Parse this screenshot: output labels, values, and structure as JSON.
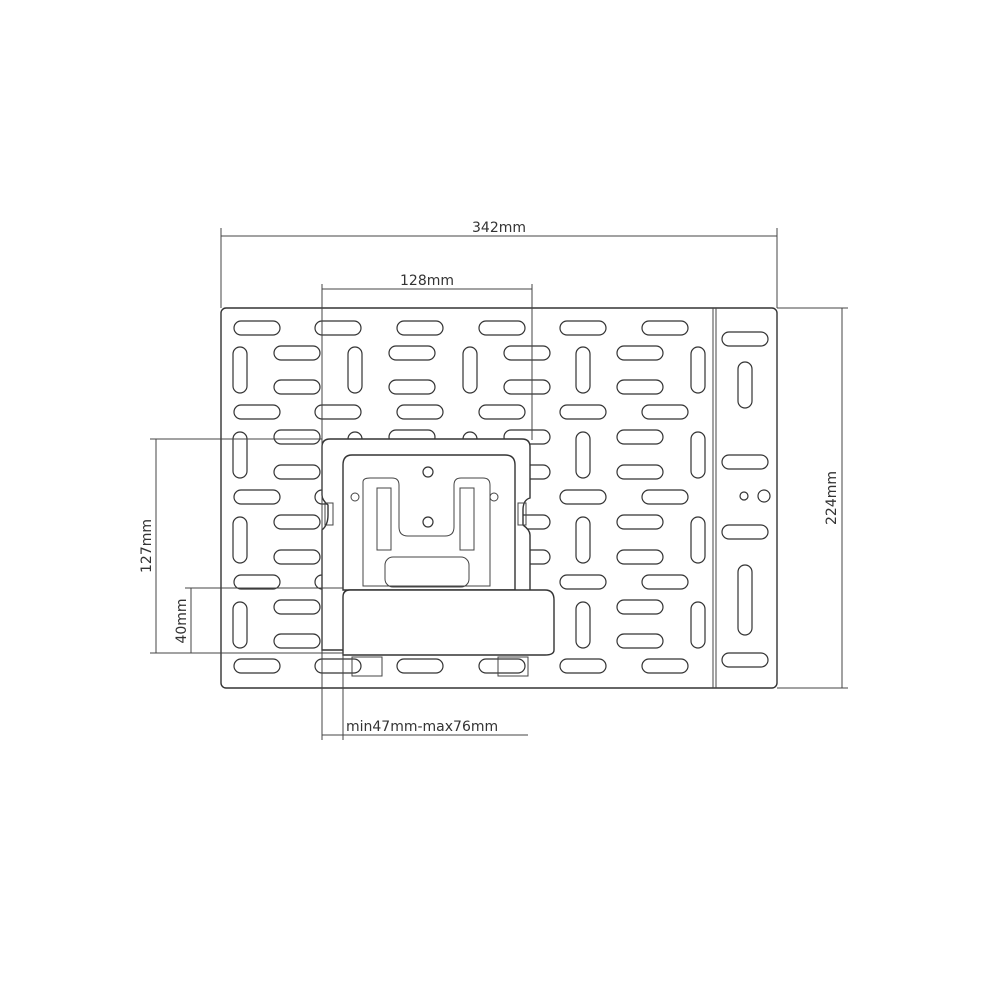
{
  "title": "Mounting plate dimension drawing",
  "dimensions": {
    "overall_width": "342mm",
    "overall_height": "224mm",
    "hole_spacing": "128mm",
    "bracket_height": "127mm",
    "tray_depth": "40mm",
    "adjustable_width": "min47mm-max76mm"
  }
}
